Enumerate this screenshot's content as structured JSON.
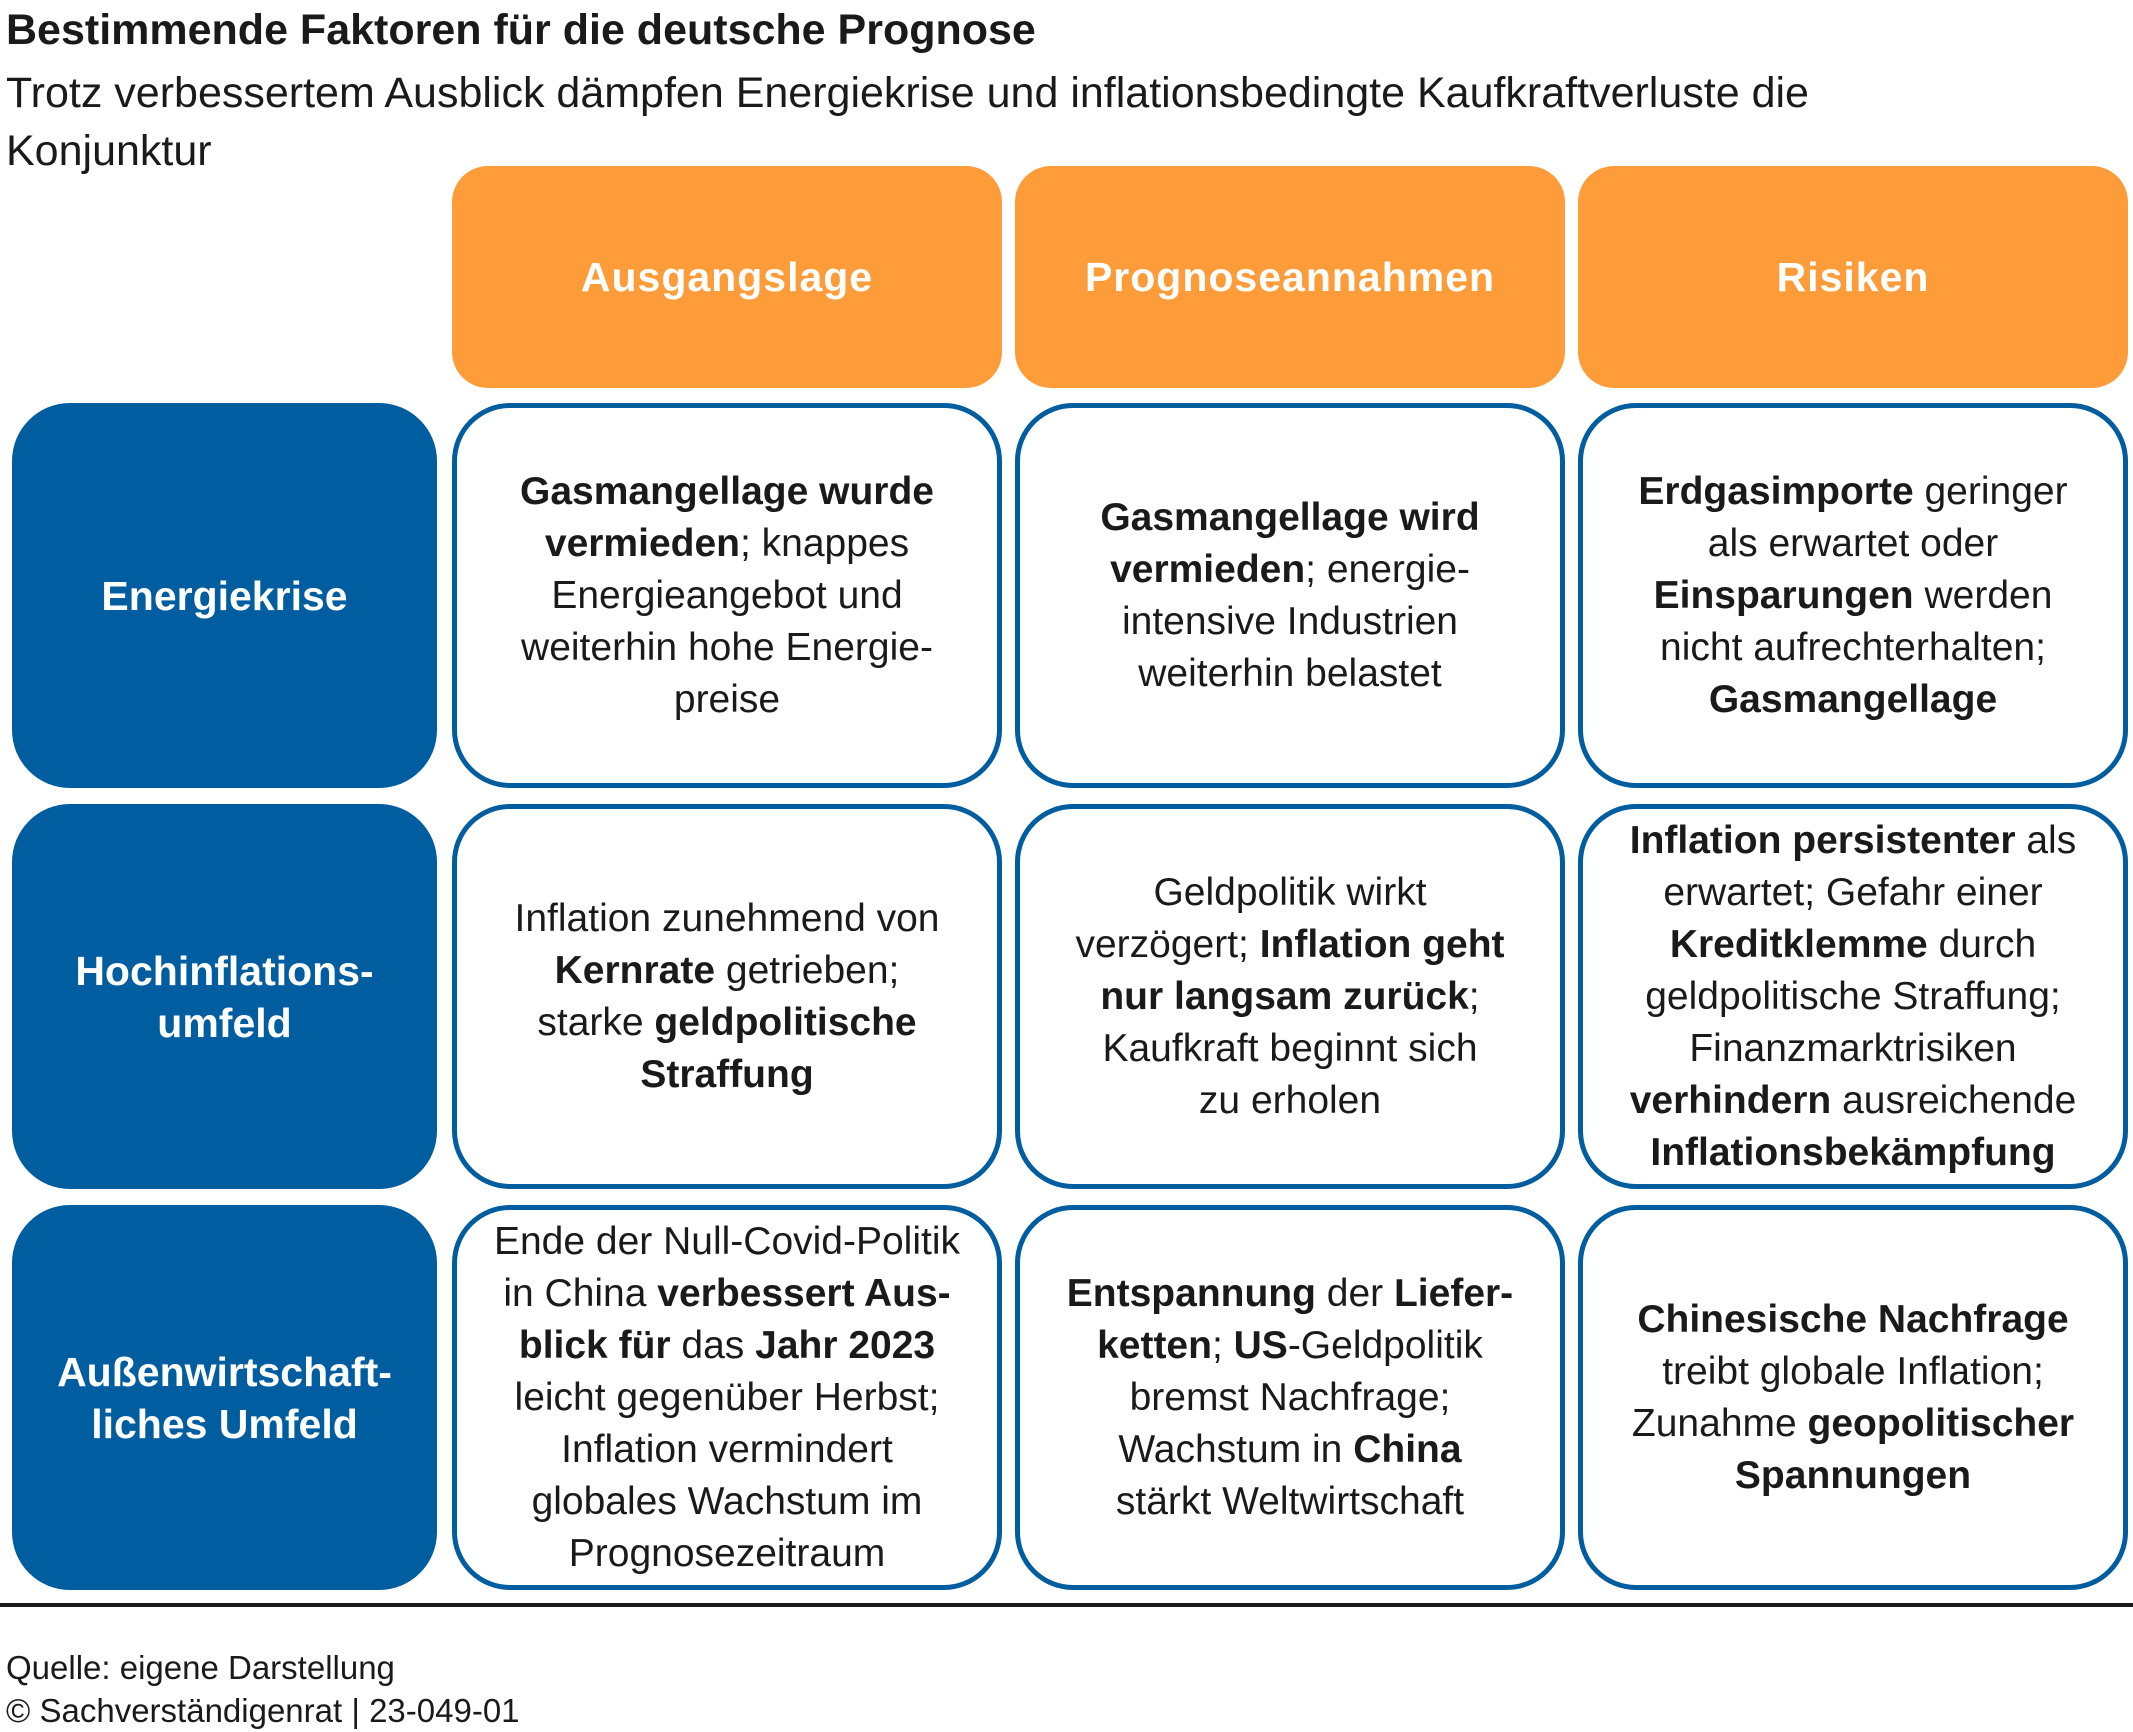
{
  "header": {
    "title": "Bestimmende Faktoren für die deutsche Prognose",
    "subtitle": "Trotz verbessertem Ausblick dämpfen Energiekrise und inflationsbedingte Kaufkraftverluste die Konjunktur"
  },
  "columns": [
    "Ausgangslage",
    "Prognoseannahmen",
    "Risiken"
  ],
  "rows": [
    {
      "label": "Energiekrise",
      "cells": [
        [
          [
            {
              "t": "Gasmangellage wurde",
              "b": true
            }
          ],
          [
            {
              "t": "vermieden",
              "b": true
            },
            {
              "t": "; knappes",
              "b": false
            }
          ],
          [
            {
              "t": "Energieangebot und",
              "b": false
            }
          ],
          [
            {
              "t": "weiterhin hohe Energie-",
              "b": false
            }
          ],
          [
            {
              "t": "preise",
              "b": false
            }
          ]
        ],
        [
          [
            {
              "t": "Gasmangellage wird",
              "b": true
            }
          ],
          [
            {
              "t": "vermieden",
              "b": true
            },
            {
              "t": "; energie-",
              "b": false
            }
          ],
          [
            {
              "t": "intensive Industrien",
              "b": false
            }
          ],
          [
            {
              "t": "weiterhin belastet",
              "b": false
            }
          ]
        ],
        [
          [
            {
              "t": "Erdgasimporte",
              "b": true
            },
            {
              "t": " geringer",
              "b": false
            }
          ],
          [
            {
              "t": "als erwartet oder",
              "b": false
            }
          ],
          [
            {
              "t": "Einsparungen",
              "b": true
            },
            {
              "t": " werden",
              "b": false
            }
          ],
          [
            {
              "t": "nicht aufrechterhalten;",
              "b": false
            }
          ],
          [
            {
              "t": "Gasmangellage",
              "b": true
            }
          ]
        ]
      ]
    },
    {
      "label": "Hochinflations-umfeld",
      "label_lines": [
        "Hochinflations-",
        "umfeld"
      ],
      "cells": [
        [
          [
            {
              "t": "Inflation zunehmend von",
              "b": false
            }
          ],
          [
            {
              "t": "Kernrate",
              "b": true
            },
            {
              "t": " getrieben;",
              "b": false
            }
          ],
          [
            {
              "t": "starke ",
              "b": false
            },
            {
              "t": "geldpolitische",
              "b": true
            }
          ],
          [
            {
              "t": "Straffung",
              "b": true
            }
          ]
        ],
        [
          [
            {
              "t": "Geldpolitik wirkt",
              "b": false
            }
          ],
          [
            {
              "t": "verzögert; ",
              "b": false
            },
            {
              "t": "Inflation geht",
              "b": true
            }
          ],
          [
            {
              "t": "nur langsam zurück",
              "b": true
            },
            {
              "t": ";",
              "b": false
            }
          ],
          [
            {
              "t": "Kaufkraft beginnt sich",
              "b": false
            }
          ],
          [
            {
              "t": "zu erholen",
              "b": false
            }
          ]
        ],
        [
          [
            {
              "t": "Inflation persistenter",
              "b": true
            },
            {
              "t": " als",
              "b": false
            }
          ],
          [
            {
              "t": "erwartet; Gefahr einer",
              "b": false
            }
          ],
          [
            {
              "t": "Kreditklemme",
              "b": true
            },
            {
              "t": " durch",
              "b": false
            }
          ],
          [
            {
              "t": "geldpolitische Straffung;",
              "b": false
            }
          ],
          [
            {
              "t": "Finanzmarktrisiken",
              "b": false
            }
          ],
          [
            {
              "t": "verhindern",
              "b": true
            },
            {
              "t": " ausreichende",
              "b": false
            }
          ],
          [
            {
              "t": "Inflationsbekämpfung",
              "b": true
            }
          ]
        ]
      ]
    },
    {
      "label": "Außenwirtschaft-liches Umfeld",
      "label_lines": [
        "Außenwirtschaft-",
        "liches Umfeld"
      ],
      "cells": [
        [
          [
            {
              "t": "Ende der Null-Covid-Politik",
              "b": false
            }
          ],
          [
            {
              "t": "in China ",
              "b": false
            },
            {
              "t": "verbessert Aus-",
              "b": true
            }
          ],
          [
            {
              "t": "blick für",
              "b": true
            },
            {
              "t": " das ",
              "b": false
            },
            {
              "t": "Jahr 2023",
              "b": true
            }
          ],
          [
            {
              "t": "leicht gegenüber Herbst;",
              "b": false
            }
          ],
          [
            {
              "t": "Inflation vermindert",
              "b": false
            }
          ],
          [
            {
              "t": "globales Wachstum im",
              "b": false
            }
          ],
          [
            {
              "t": "Prognosezeitraum",
              "b": false
            }
          ]
        ],
        [
          [
            {
              "t": "Entspannung",
              "b": true
            },
            {
              "t": " der ",
              "b": false
            },
            {
              "t": "Liefer-",
              "b": true
            }
          ],
          [
            {
              "t": "ketten",
              "b": true
            },
            {
              "t": "; ",
              "b": false
            },
            {
              "t": "US",
              "b": true
            },
            {
              "t": "-Geldpolitik",
              "b": false
            }
          ],
          [
            {
              "t": "bremst Nachfrage;",
              "b": false
            }
          ],
          [
            {
              "t": "Wachstum in ",
              "b": false
            },
            {
              "t": "China",
              "b": true
            }
          ],
          [
            {
              "t": "stärkt Weltwirtschaft",
              "b": false
            }
          ]
        ],
        [
          [
            {
              "t": "Chinesische Nachfrage",
              "b": true
            }
          ],
          [
            {
              "t": "treibt globale Inflation;",
              "b": false
            }
          ],
          [
            {
              "t": "Zunahme ",
              "b": false
            },
            {
              "t": "geopolitischer",
              "b": true
            }
          ],
          [
            {
              "t": "Spannungen",
              "b": true
            }
          ]
        ]
      ]
    }
  ],
  "footer": {
    "source": "Quelle: eigene Darstellung",
    "copyright": "© Sachverständigenrat  | 23-049-01"
  }
}
